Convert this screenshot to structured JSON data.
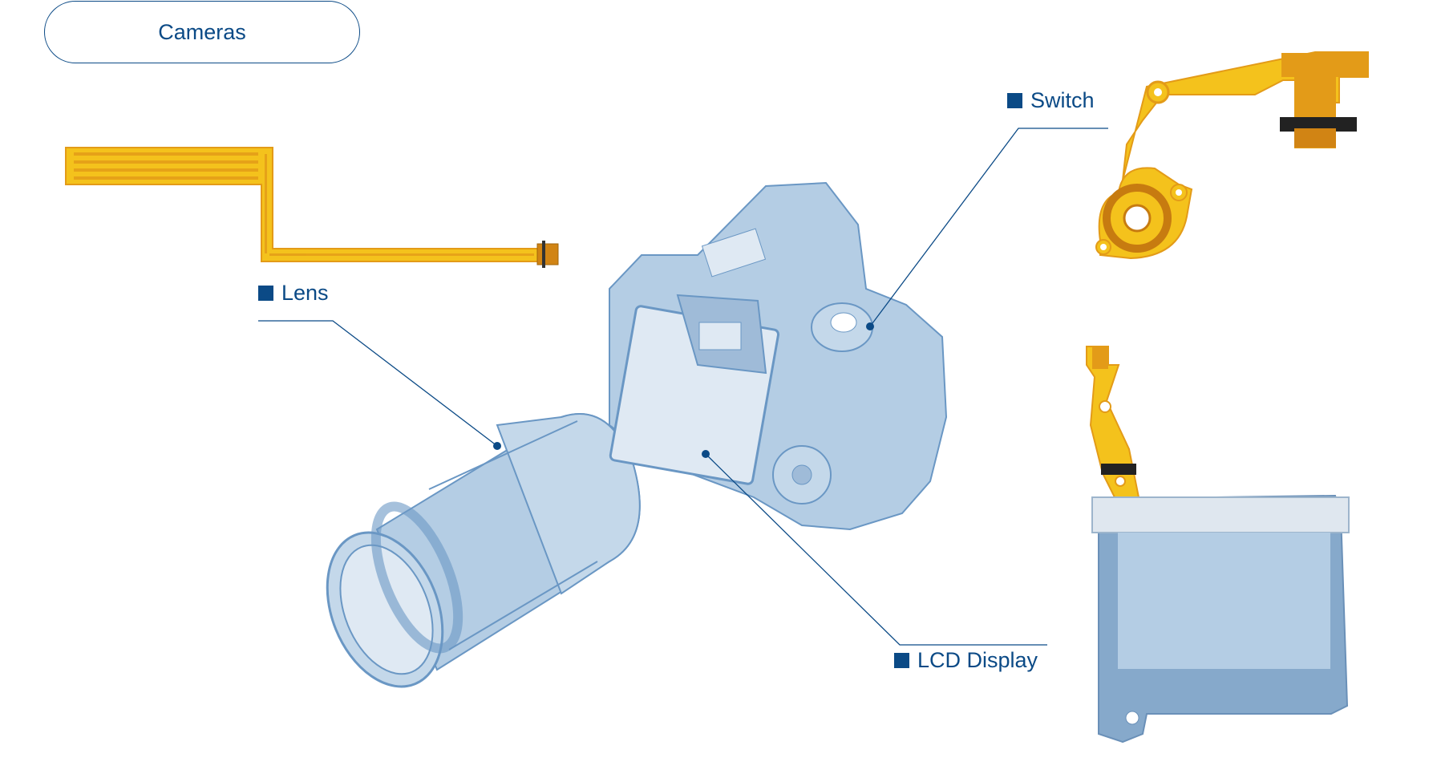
{
  "category": {
    "label": "Cameras"
  },
  "callouts": {
    "switch": "Switch",
    "lens": "Lens",
    "lcd": "LCD Display"
  },
  "colors": {
    "brand_blue": "#0b4a86",
    "camera_fill": "#b4cde4",
    "camera_stroke": "#6a97c4",
    "flex_yellow": "#f4c21c",
    "flex_orange": "#e39b18",
    "sensor_gray_blue": "#86a9cb"
  },
  "icons": [
    "camera-body-illustration",
    "lens-illustration",
    "flex-cable-illustration",
    "sensor-module-illustration"
  ]
}
